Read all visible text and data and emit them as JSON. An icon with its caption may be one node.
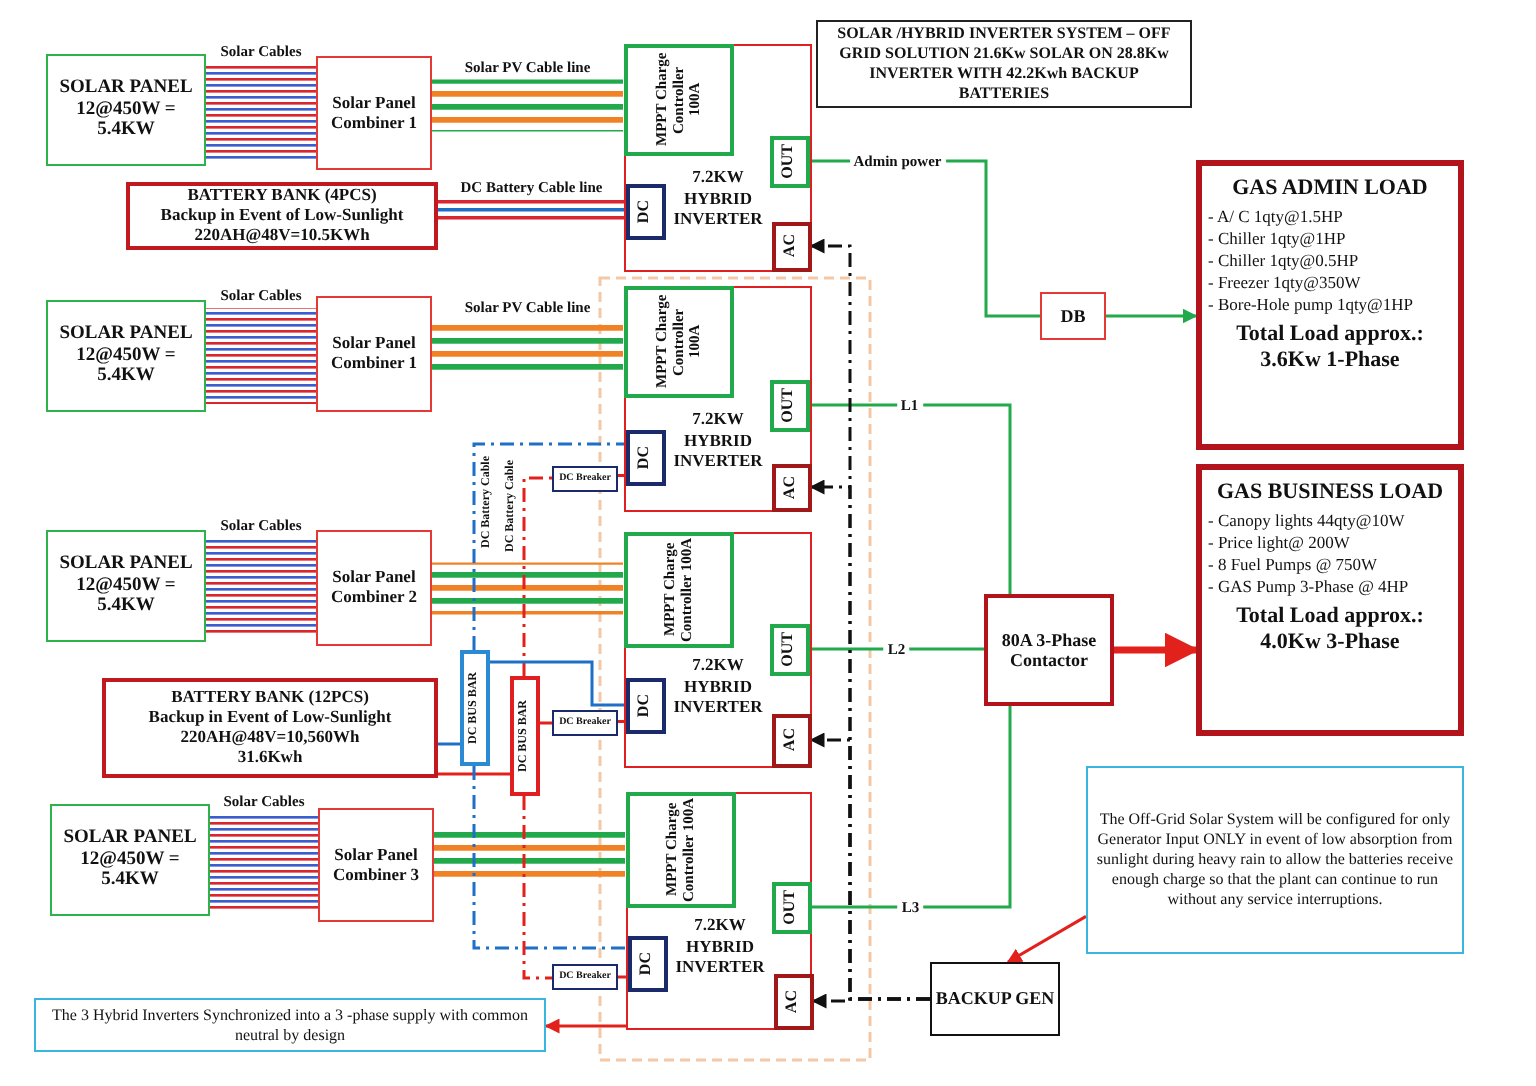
{
  "diagram": {
    "title": "SOLAR /HYBRID INVERTER SYSTEM – OFF GRID SOLUTION 21.6Kw SOLAR ON 28.8Kw INVERTER WITH 42.2Kwh BACKUP BATTERIES",
    "nodes": [
      {
        "text": [
          "SOLAR PANEL 12@450W = 5.4KW"
        ]
      },
      {
        "text": [
          "Solar Panel Combiner 1"
        ]
      },
      {
        "text": [
          "7.2KW HYBRID INVERTER"
        ]
      },
      {
        "text": [
          "MPPT Charge Controller 100A"
        ],
        "in": 2
      },
      {
        "text": [
          "OUT"
        ],
        "in": 2
      },
      {
        "text": [
          "DC"
        ],
        "in": 2
      },
      {
        "text": [
          "AC"
        ],
        "in": 2
      },
      {
        "text": [
          "BATTERY BANK (4PCS)",
          "Backup in Event of Low-Sunlight",
          "220AH@48V=10.5KWh"
        ]
      },
      {
        "text": [
          "DB"
        ]
      },
      {
        "text": [
          "GAS ADMIN LOAD",
          "- A/ C 1qty@1.5HP",
          "- Chiller 1qty@1HP",
          "- Chiller 1qty@0.5HP",
          "- Freezer 1qty@350W",
          "- Bore-Hole pump 1qty@1HP",
          "Total Load approx.: 3.6Kw 1-Phase"
        ]
      },
      {
        "text": [
          "SOLAR PANEL 12@450W = 5.4KW"
        ]
      },
      {
        "text": [
          "Solar Panel Combiner 1"
        ]
      },
      {
        "text": [
          "7.2KW HYBRID INVERTER"
        ]
      },
      {
        "text": [
          "MPPT Charge Controller 100A"
        ],
        "in": 12
      },
      {
        "text": [
          "OUT"
        ],
        "in": 12
      },
      {
        "text": [
          "DC"
        ],
        "in": 12
      },
      {
        "text": [
          "AC"
        ],
        "in": 12
      },
      {
        "text": [
          "DC Breaker"
        ]
      },
      {
        "text": [
          "GAS BUSINESS LOAD",
          "- Canopy lights 44qty@10W",
          "- Price light@ 200W",
          "- 8 Fuel Pumps @ 750W",
          "- GAS Pump 3-Phase @ 4HP",
          "Total Load approx.: 4.0Kw 3-Phase"
        ]
      },
      {
        "text": [
          "SOLAR PANEL 12@450W = 5.4KW"
        ]
      },
      {
        "text": [
          "Solar Panel Combiner 2"
        ]
      },
      {
        "text": [
          "7.2KW HYBRID INVERTER"
        ]
      },
      {
        "text": [
          "MPPT Charge Controller 100A"
        ],
        "in": 21
      },
      {
        "text": [
          "OUT"
        ],
        "in": 21
      },
      {
        "text": [
          "DC"
        ],
        "in": 21
      },
      {
        "text": [
          "AC"
        ],
        "in": 21
      },
      {
        "text": [
          "80A 3-Phase Contactor"
        ]
      },
      {
        "text": [
          "BATTERY BANK (12PCS)",
          "Backup in Event of Low-Sunlight",
          "220AH@48V=10,560Wh",
          "31.6Kwh"
        ]
      },
      {
        "text": [
          "DC BUS BAR"
        ]
      },
      {
        "text": [
          "DC BUS BAR"
        ]
      },
      {
        "text": [
          "DC Breaker"
        ]
      },
      {
        "text": [
          "The Off-Grid Solar System will be configured for only Generator Input ONLY in event of low absorption from sunlight during heavy rain to allow the batteries receive enough charge so that the plant can continue to run without any service interruptions."
        ]
      },
      {
        "text": [
          "SOLAR PANEL 12@450W = 5.4KW"
        ]
      },
      {
        "text": [
          "Solar Panel Combiner 3"
        ]
      },
      {
        "text": [
          "7.2KW HYBRID INVERTER"
        ]
      },
      {
        "text": [
          "MPPT Charge Controller 100A"
        ],
        "in": 34
      },
      {
        "text": [
          "OUT"
        ],
        "in": 34
      },
      {
        "text": [
          "DC"
        ],
        "in": 34
      },
      {
        "text": [
          "AC"
        ],
        "in": 34
      },
      {
        "text": [
          "DC Breaker"
        ]
      },
      {
        "text": [
          "BACKUP GEN"
        ]
      },
      {
        "text": [
          "The 3 Hybrid Inverters Synchronized into a 3 -phase supply with common neutral by design"
        ]
      }
    ],
    "edges": [
      {
        "from": 0,
        "to": 1,
        "arrow": "none",
        "label": "Solar Cables",
        "style": "thick",
        "color": "#3d5ccf"
      },
      {
        "from": 1,
        "to": 3,
        "arrow": "none",
        "label": "Solar PV Cable line",
        "style": "thick",
        "color": "#22a94b"
      },
      {
        "from": 7,
        "to": 5,
        "arrow": "none",
        "label": "DC Battery Cable line",
        "style": "thick",
        "color": "#1f6fc6"
      },
      {
        "from": 4,
        "to": 8,
        "arrow": "none",
        "label": "Admin power",
        "color": "#22a94b"
      },
      {
        "from": 8,
        "to": 9,
        "arrow": "to",
        "color": "#22a94b"
      },
      {
        "from": 10,
        "to": 11,
        "arrow": "none",
        "label": "Solar Cables",
        "style": "thick",
        "color": "#3d5ccf"
      },
      {
        "from": 11,
        "to": 13,
        "arrow": "none",
        "label": "Solar PV Cable line",
        "style": "thick",
        "color": "#22a94b"
      },
      {
        "from": 14,
        "to": 26,
        "arrow": "none",
        "label": "L1",
        "color": "#22a94b"
      },
      {
        "from": 19,
        "to": 20,
        "arrow": "none",
        "label": "Solar Cables",
        "style": "thick",
        "color": "#3d5ccf"
      },
      {
        "from": 20,
        "to": 22,
        "arrow": "none",
        "style": "thick",
        "color": "#22a94b"
      },
      {
        "from": 23,
        "to": 26,
        "arrow": "none",
        "label": "L2",
        "color": "#22a94b"
      },
      {
        "from": 26,
        "to": 18,
        "arrow": "to",
        "style": "thick",
        "color": "#e3211c"
      },
      {
        "from": 32,
        "to": 33,
        "arrow": "none",
        "label": "Solar Cables",
        "style": "thick",
        "color": "#3d5ccf"
      },
      {
        "from": 33,
        "to": 35,
        "arrow": "none",
        "style": "thick",
        "color": "#22a94b"
      },
      {
        "from": 36,
        "to": 26,
        "arrow": "none",
        "label": "L3",
        "color": "#22a94b"
      },
      {
        "from": 31,
        "to": 40,
        "arrow": "to",
        "color": "#e3211c"
      },
      {
        "from": 34,
        "to": 41,
        "arrow": "to",
        "color": "#e3211c"
      },
      {
        "from": 40,
        "to": 6,
        "arrow": "to",
        "style": "dashed",
        "color": "#111111"
      },
      {
        "from": 40,
        "to": 16,
        "arrow": "to",
        "style": "dashed",
        "color": "#111111"
      },
      {
        "from": 40,
        "to": 25,
        "arrow": "to",
        "style": "dashed",
        "color": "#111111"
      },
      {
        "from": 40,
        "to": 38,
        "arrow": "to",
        "style": "dashed",
        "color": "#111111"
      },
      {
        "from": 27,
        "to": 28,
        "arrow": "none",
        "color": "#1f6fc6"
      },
      {
        "from": 27,
        "to": 29,
        "arrow": "none",
        "color": "#e3211c"
      },
      {
        "from": 28,
        "to": 15,
        "arrow": "none",
        "label": "DC Battery Cable",
        "style": "dashed",
        "color": "#1f6fc6"
      },
      {
        "from": 29,
        "to": 17,
        "arrow": "none",
        "label": "DC Battery Cable",
        "style": "dashed",
        "color": "#e3211c"
      },
      {
        "from": 17,
        "to": 15,
        "arrow": "none",
        "color": "#e3211c"
      },
      {
        "from": 28,
        "to": 24,
        "arrow": "none",
        "color": "#1f6fc6"
      },
      {
        "from": 29,
        "to": 30,
        "arrow": "none",
        "color": "#e3211c"
      },
      {
        "from": 30,
        "to": 24,
        "arrow": "none",
        "color": "#e3211c"
      },
      {
        "from": 28,
        "to": 37,
        "arrow": "none",
        "style": "dashed",
        "color": "#1f6fc6"
      },
      {
        "from": 29,
        "to": 39,
        "arrow": "none",
        "style": "dashed",
        "color": "#e3211c"
      },
      {
        "from": 39,
        "to": 37,
        "arrow": "none",
        "color": "#e3211c"
      }
    ]
  }
}
